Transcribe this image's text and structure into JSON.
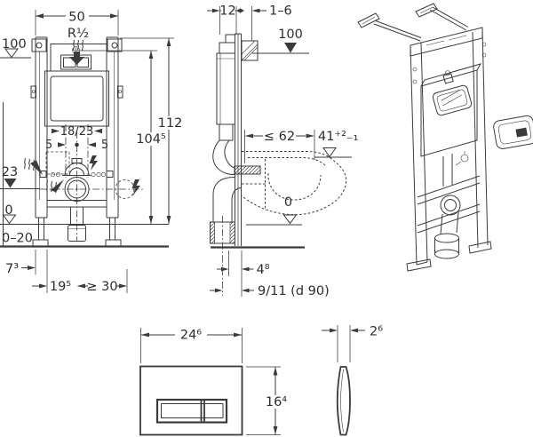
{
  "front": {
    "dim_width": "50",
    "supply": "R½",
    "level_top": "100",
    "dim_height_total": "112",
    "dim_height_tank": "104⁵",
    "dim_supply_offset": "18/23",
    "dim_offset_left": "5",
    "dim_offset_right": "5",
    "level_outlet": "23",
    "level_floor": "0",
    "floor_range": "0–20",
    "dim_foot": "7³",
    "dim_center": "19⁵",
    "dim_clearance": "≥ 30"
  },
  "side": {
    "dim_rail_depth": "12",
    "dim_wall_gap": "1–6",
    "level_fixing": "100",
    "dim_wc_depth": "≤ 62",
    "dim_rim_height": "41⁺²₋₁",
    "level_floor": "0",
    "dim_outlet_offset": "4⁸",
    "dim_drain": "9/11 (d 90)"
  },
  "actuator_front": {
    "dim_width": "24⁶",
    "dim_height": "16⁴"
  },
  "actuator_side": {
    "dim_depth": "2⁶"
  },
  "colors": {
    "line": "#3b3b3b",
    "text": "#2e2e2e",
    "background": "#ffffff"
  }
}
